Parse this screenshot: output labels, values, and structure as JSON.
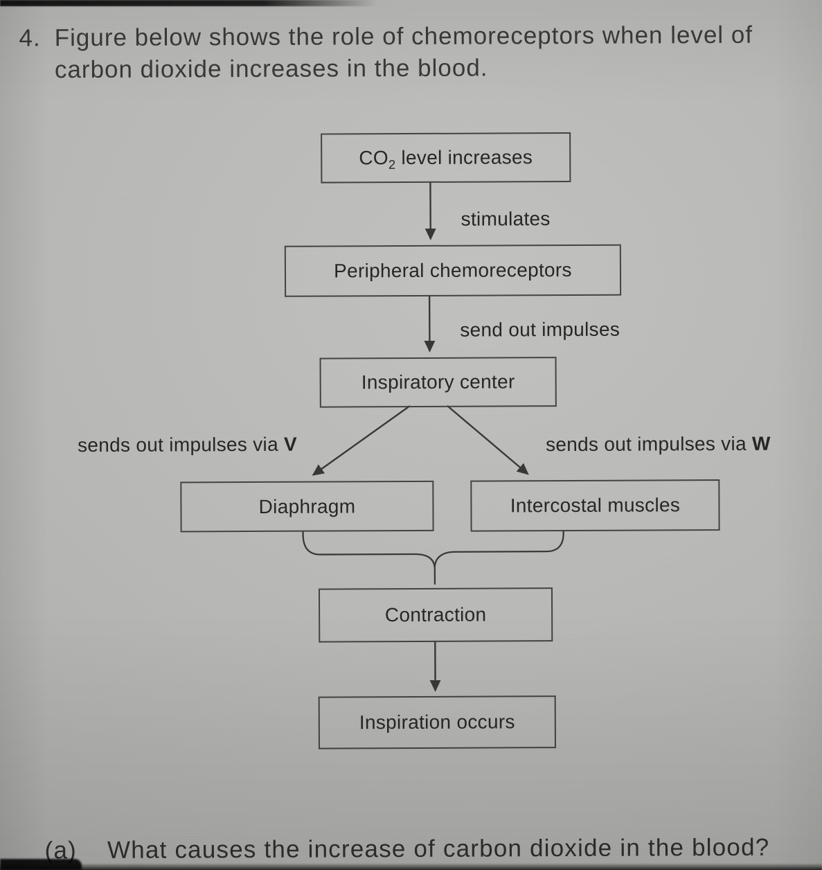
{
  "colors": {
    "paper": "#b8b8b6",
    "ink": "#2e2e2e",
    "line": "#3a3a3a"
  },
  "question": {
    "number": "4.",
    "line1": "Figure below shows the role of chemoreceptors when level of",
    "line2": "carbon dioxide increases in the blood."
  },
  "flowchart": {
    "node_co2": {
      "prefix": "CO",
      "subscript": "2",
      "suffix": " level increases"
    },
    "node_peripheral": "Peripheral chemoreceptors",
    "node_inspiratory": "Inspiratory center",
    "node_diaphragm": "Diaphragm",
    "node_intercostal": "Intercostal muscles",
    "node_contraction": "Contraction",
    "node_inspiration": "Inspiration occurs",
    "label_stimulates": "stimulates",
    "label_send_out": "send out impulses",
    "label_via_v": "sends out impulses via ",
    "label_via_v_letter": "V",
    "label_via_w": "sends out impulses via ",
    "label_via_w_letter": "W"
  },
  "sub_question": {
    "label": "(a)",
    "text": "What causes the increase of carbon dioxide in the blood?"
  }
}
